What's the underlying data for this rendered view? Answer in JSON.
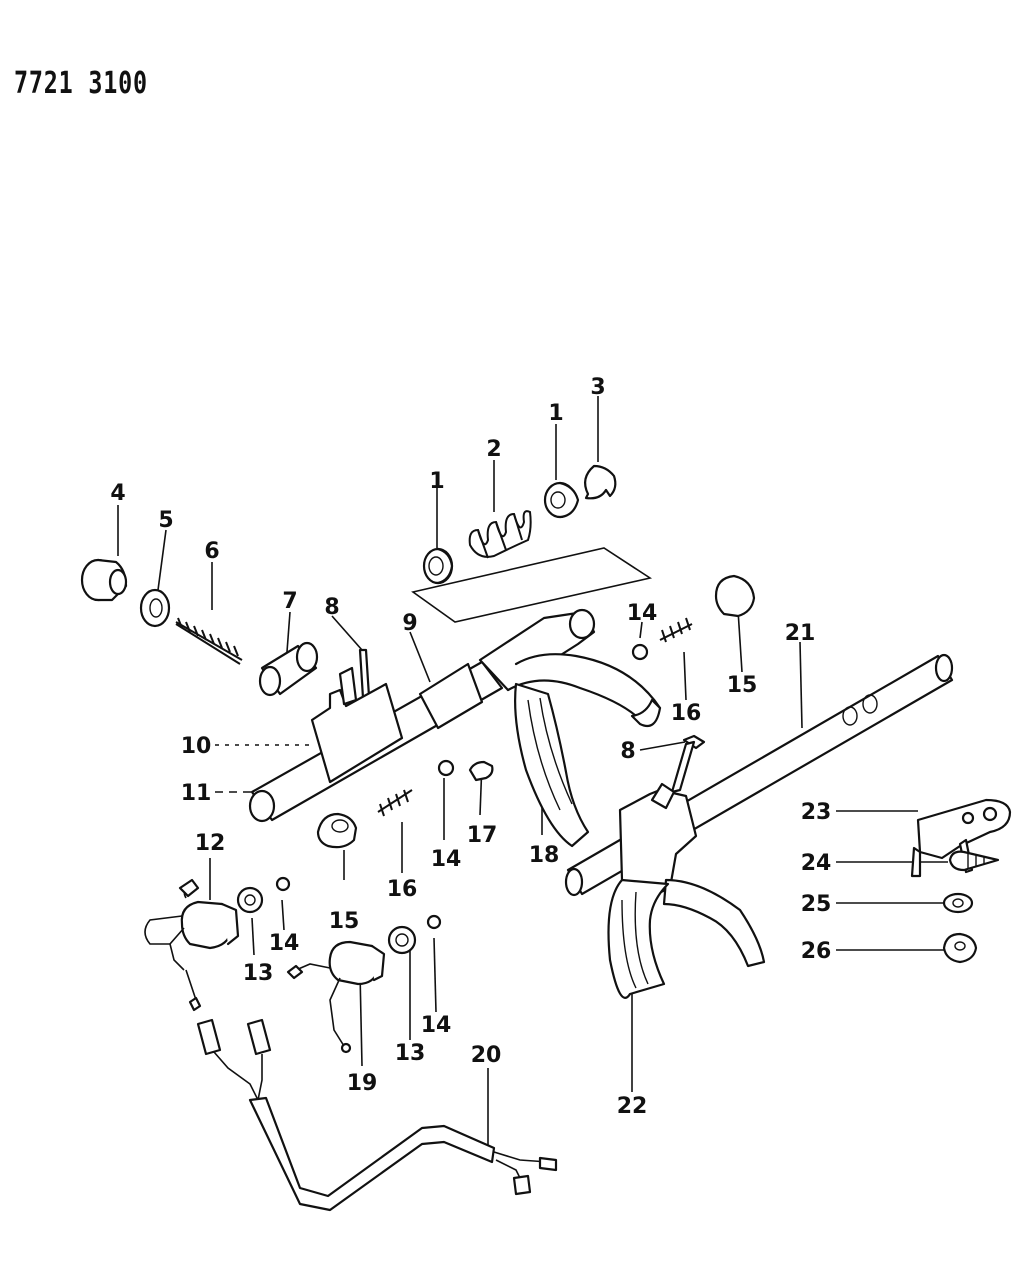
{
  "diagram_code": "7721 3100",
  "callouts": [
    "1",
    "2",
    "1",
    "3",
    "4",
    "5",
    "6",
    "7",
    "8",
    "9",
    "14",
    "15",
    "16",
    "21",
    "10",
    "11",
    "8",
    "12",
    "14",
    "17",
    "18",
    "23",
    "24",
    "25",
    "26",
    "13",
    "14",
    "15",
    "16",
    "19",
    "13",
    "14",
    "20",
    "22"
  ]
}
